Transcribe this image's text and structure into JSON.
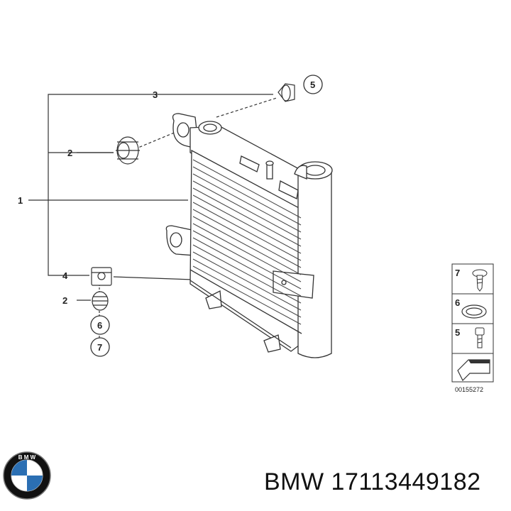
{
  "callouts": {
    "c1": "1",
    "c2a": "2",
    "c2b": "2",
    "c3": "3",
    "c4": "4",
    "c5": "5",
    "c6": "6",
    "c7": "7"
  },
  "legend": {
    "items": [
      {
        "number": "7",
        "icon": "torx-screw-icon"
      },
      {
        "number": "6",
        "icon": "sealing-ring-icon"
      },
      {
        "number": "5",
        "icon": "bolt-icon"
      },
      {
        "number": "",
        "icon": "arrow-icon"
      }
    ],
    "ref": "00155272"
  },
  "logo": {
    "text": "B M W",
    "name": "bmw-logo"
  },
  "footer": {
    "brand": "BMW",
    "part_number": "17113449182"
  },
  "colors": {
    "line": "#333333",
    "logo_blue": "#2b6fb3",
    "logo_black": "#111111"
  }
}
